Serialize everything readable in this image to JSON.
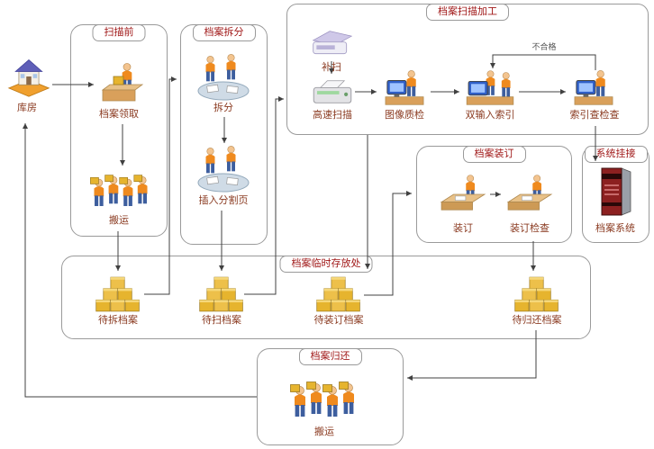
{
  "colors": {
    "title_text": "#a01818",
    "label_text": "#8a3a20",
    "fail_text": "#555555",
    "line": "#404040",
    "box_border": "#9a9a9a"
  },
  "warehouse": {
    "label": "库房"
  },
  "pre_scan": {
    "title": "扫描前",
    "receive_label": "档案领取",
    "carry_label": "搬运"
  },
  "split": {
    "title": "档案拆分",
    "split_label": "拆分",
    "insert_label": "插入分割页"
  },
  "scan": {
    "title": "档案扫描加工",
    "resupply_label": "补扫",
    "highspeed_label": "高速扫描",
    "image_qc_label": "图像质检",
    "double_index_label": "双输入索引",
    "index_check_label": "索引查检查",
    "fail_label": "不合格"
  },
  "bind": {
    "title": "档案装订",
    "bind_label": "装订",
    "check_label": "装订检查"
  },
  "system": {
    "title": "系统挂接",
    "server_label": "档案系统"
  },
  "storage": {
    "title": "档案临时存放处",
    "to_split_label": "待拆档案",
    "to_scan_label": "待扫档案",
    "to_bind_label": "待装订档案",
    "to_return_label": "待归还档案"
  },
  "return_flow": {
    "title": "档案归还",
    "carry_label": "搬运"
  },
  "icons": {
    "warehouse": "house-icon",
    "receive": "desk-person-icon",
    "carry": "carriers-group-icon",
    "split": "team-table-icon",
    "scanner_flatbed": "flatbed-scanner-icon",
    "scanner_highspeed": "highspeed-scanner-icon",
    "operator": "computer-operator-icon",
    "dual_operator": "dual-computer-operators-icon",
    "binding": "binding-desk-icon",
    "server": "server-rack-icon",
    "stack": "box-stack-icon"
  }
}
